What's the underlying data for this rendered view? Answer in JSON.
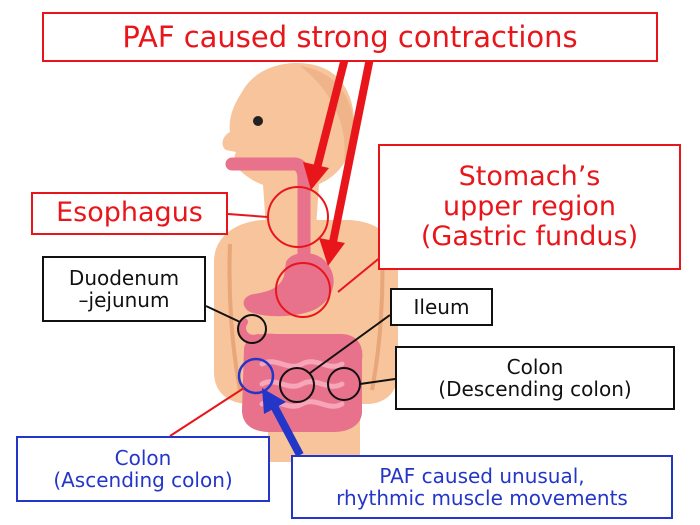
{
  "title": "PAF caused strong contractions",
  "labels": {
    "esophagus": "Esophagus",
    "stomach": [
      "Stomach’s",
      "upper region",
      "(Gastric fundus)"
    ],
    "duodenum": [
      "Duodenum",
      "–jejunum"
    ],
    "ileum": "Ileum",
    "descending_colon": [
      "Colon",
      "(Descending colon)"
    ],
    "ascending_colon": [
      "Colon",
      "(Ascending colon)"
    ],
    "paf_rhythmic": [
      "PAF caused unusual,",
      "rhythmic muscle movements"
    ]
  },
  "colors": {
    "strong_contraction": "#e8161b",
    "rhythmic_movement": "#2436c8",
    "neutral": "#111111",
    "skin": "#f7c49b",
    "organ": "#e8718c"
  }
}
